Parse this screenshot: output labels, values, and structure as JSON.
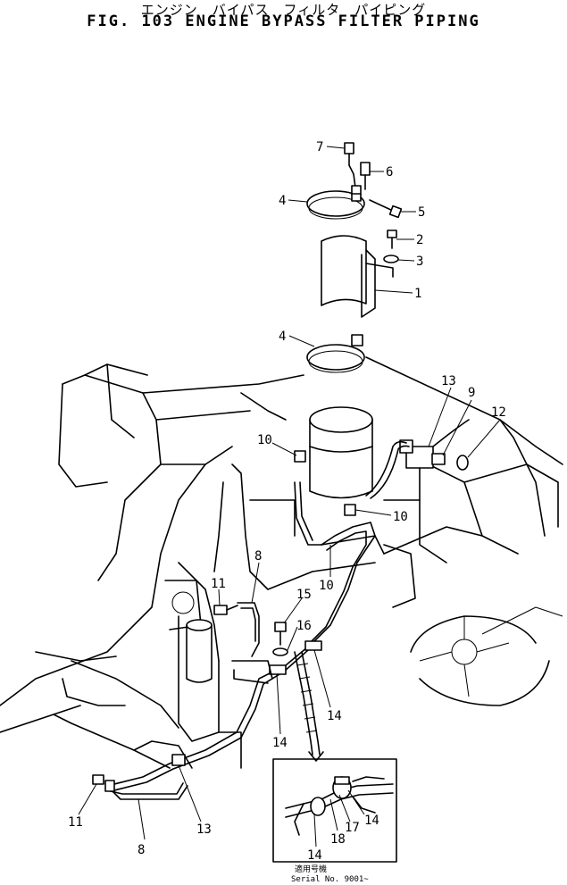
{
  "header": {
    "title_jp": "エンジン　バイパス　フィルタ　パイピング",
    "title_en": "FIG. 103  ENGINE BYPASS FILTER PIPING"
  },
  "callouts": [
    {
      "id": "c7",
      "text": "7"
    },
    {
      "id": "c6",
      "text": "6"
    },
    {
      "id": "c4a",
      "text": "4"
    },
    {
      "id": "c5",
      "text": "5"
    },
    {
      "id": "c2",
      "text": "2"
    },
    {
      "id": "c3",
      "text": "3"
    },
    {
      "id": "c1",
      "text": "1"
    },
    {
      "id": "c4b",
      "text": "4"
    },
    {
      "id": "c13a",
      "text": "13"
    },
    {
      "id": "c9",
      "text": "9"
    },
    {
      "id": "c12",
      "text": "12"
    },
    {
      "id": "c10a",
      "text": "10"
    },
    {
      "id": "c10b",
      "text": "10"
    },
    {
      "id": "c10c",
      "text": "10"
    },
    {
      "id": "c8a",
      "text": "8"
    },
    {
      "id": "c11a",
      "text": "11"
    },
    {
      "id": "c15",
      "text": "15"
    },
    {
      "id": "c16",
      "text": "16"
    },
    {
      "id": "c14a",
      "text": "14"
    },
    {
      "id": "c14b",
      "text": "14"
    },
    {
      "id": "c11b",
      "text": "11"
    },
    {
      "id": "c13b",
      "text": "13"
    },
    {
      "id": "c8b",
      "text": "8"
    },
    {
      "id": "c14c",
      "text": "14"
    },
    {
      "id": "c17",
      "text": "17"
    },
    {
      "id": "c14d",
      "text": "14"
    },
    {
      "id": "c18",
      "text": "18"
    }
  ],
  "footnote": {
    "applicability_jp": "適用号機",
    "serial": "Serial  No. 9001~"
  }
}
